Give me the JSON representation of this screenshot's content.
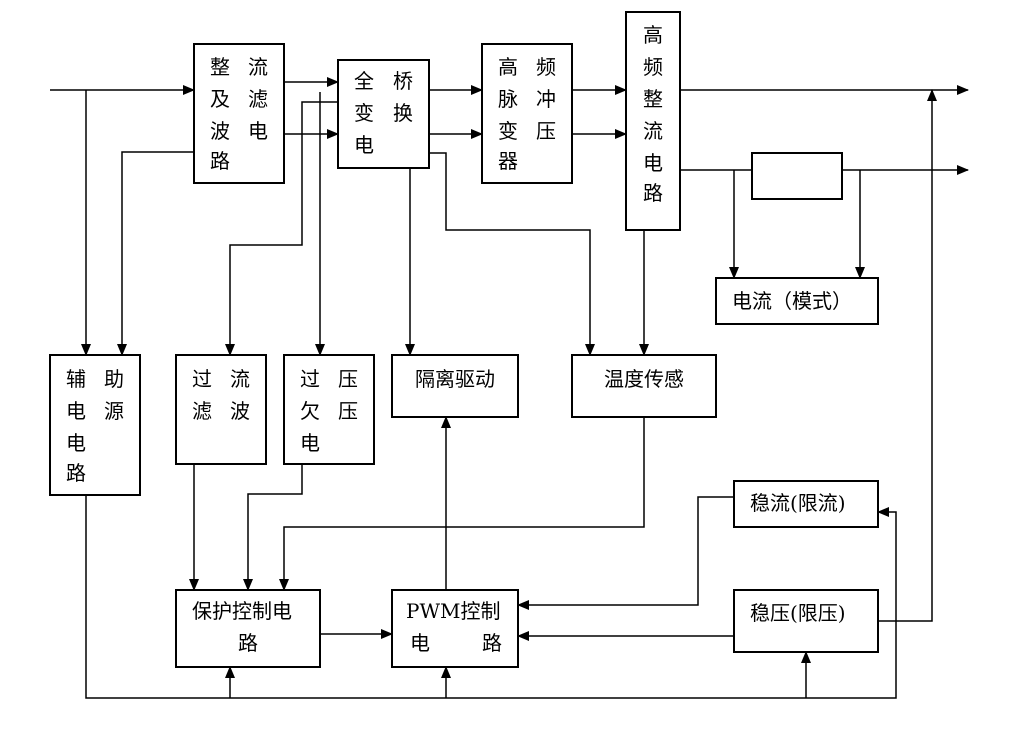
{
  "blocks": {
    "rectifier_filter": [
      "整",
      "流",
      "及",
      "滤",
      "波",
      "电",
      "路"
    ],
    "full_bridge": [
      "全",
      "桥",
      "变",
      "换",
      "电"
    ],
    "hf_transformer": [
      "高",
      "频",
      "脉",
      "冲",
      "变",
      "压",
      "器"
    ],
    "hf_rectifier": [
      "高",
      "频",
      "整",
      "流",
      "电",
      "路"
    ],
    "current_mode": "电流（模式）",
    "aux_power": [
      "辅",
      "助",
      "电",
      "源",
      "电",
      "路"
    ],
    "overcurrent": [
      "过",
      "流",
      "滤",
      "波"
    ],
    "over_under_voltage": [
      "过",
      "压",
      "欠",
      "压",
      "电"
    ],
    "isolation_drive": "隔离驱动",
    "temp_sensor": "温度传感",
    "protection_ctrl_line1": "保护控制电",
    "protection_ctrl_line2": "路",
    "pwm_line1": "PWM控制",
    "pwm_line2a": "电",
    "pwm_line2b": "路",
    "current_reg": "稳流(限流)",
    "voltage_reg": "稳压(限压)"
  },
  "colors": {
    "stroke": "#000000",
    "background": "#ffffff"
  }
}
